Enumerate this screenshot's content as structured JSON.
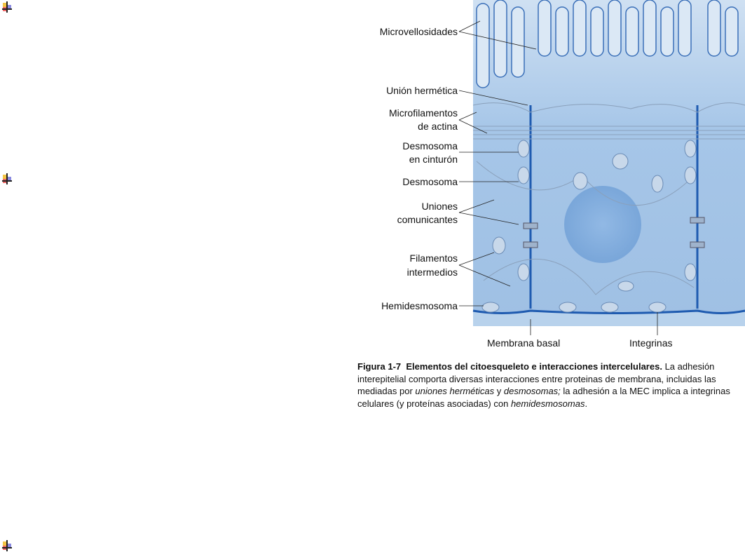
{
  "bullets": [
    "slide-bullet-icon",
    "slide-bullet-icon",
    "slide-bullet-icon"
  ],
  "figure": {
    "labels": {
      "microvellosidades": "Microvellosidades",
      "union_hermetica": "Unión hermética",
      "microfilamentos_1": "Microfilamentos",
      "microfilamentos_2": "de actina",
      "desmosoma_cinturon_1": "Desmosoma",
      "desmosoma_cinturon_2": "en cinturón",
      "desmosoma": "Desmosoma",
      "uniones_1": "Uniones",
      "uniones_2": "comunicantes",
      "filamentos_1": "Filamentos",
      "filamentos_2": "intermedios",
      "hemidesmosoma": "Hemidesmosoma",
      "membrana_basal": "Membrana basal",
      "integrinas": "Integrinas"
    },
    "caption": {
      "number": "Figura 1-7",
      "title": "Elementos del citoesqueleto e interacciones intercelulares.",
      "t1": " La adhesión interepitelial comporta diversas interacciones entre proteinas de membrana, incluidas las mediadas por ",
      "i1": "uniones herméticas",
      "t2": " y ",
      "i2": "desmosomas;",
      "t3": " la adhesión a la MEC implica a integrinas celulares (y proteínas asociadas) con ",
      "i3": "hemidesmosomas",
      "t4": "."
    }
  }
}
